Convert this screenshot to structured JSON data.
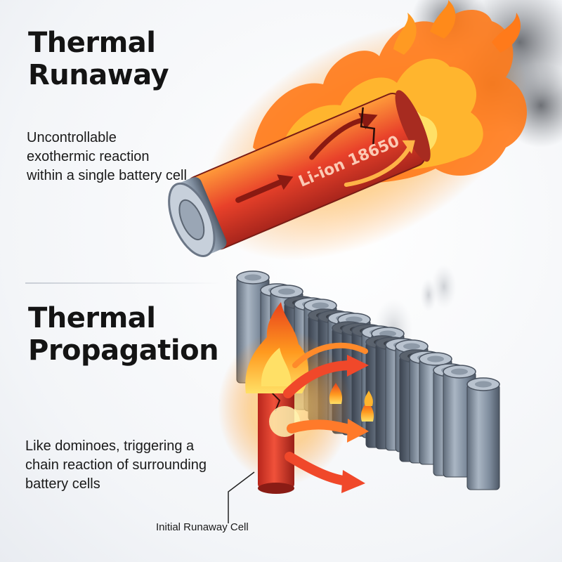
{
  "section_runaway": {
    "title_line1": "Thermal",
    "title_line2": "Runaway",
    "description": "Uncontrollable exothermic reaction within a single battery cell",
    "cell_label": "Li-ion 18650"
  },
  "section_propagation": {
    "title_line1": "Thermal",
    "title_line2": "Propagation",
    "description": "Like dominoes, triggering a chain reaction of surrounding battery cells",
    "callout": "Initial Runaway Cell"
  },
  "colors": {
    "flame_outer": "#ff8a1a",
    "flame_inner": "#ffd23a",
    "cell_hot": "#e8412a",
    "cell_steel": "#7d8b9c",
    "arrow": "#f0482a",
    "smoke": "#6d7077"
  },
  "icons": [
    "flame-icon",
    "smoke-icon",
    "battery-cell-icon",
    "heat-arrow-icon",
    "crack-icon"
  ]
}
